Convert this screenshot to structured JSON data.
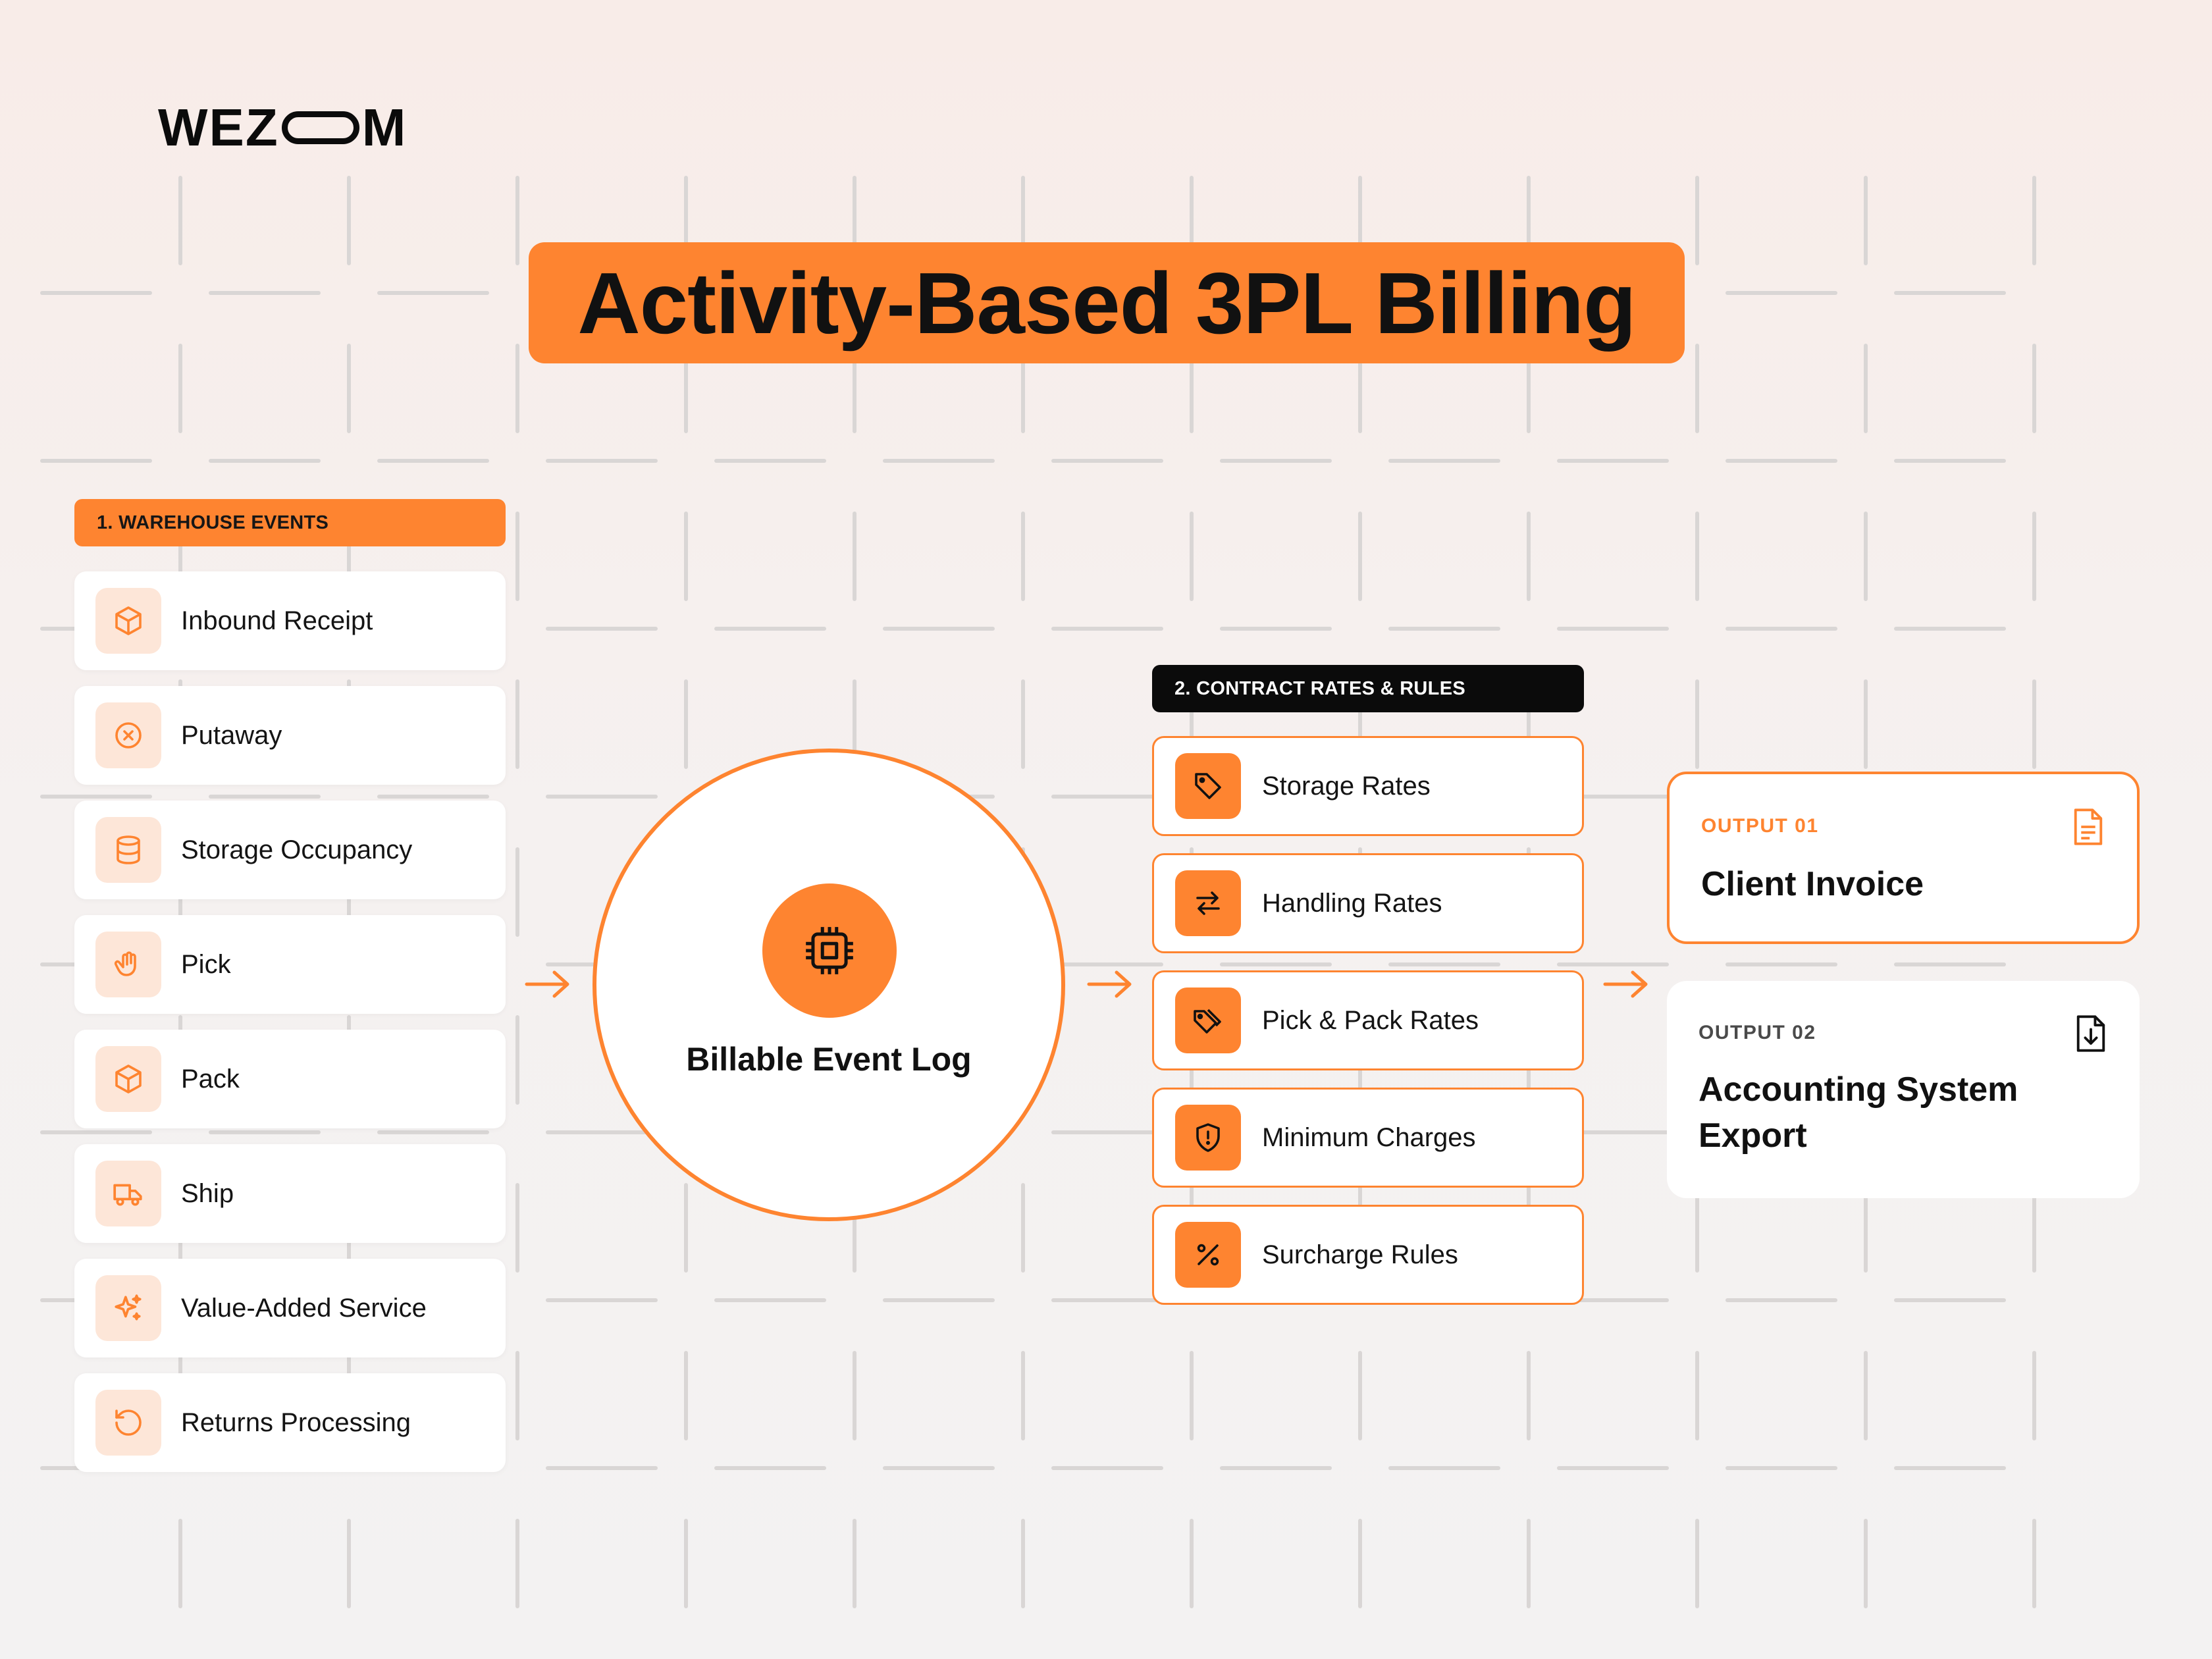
{
  "brand": {
    "logo_left": "WEZ",
    "logo_right": "M"
  },
  "title": "Activity-Based 3PL Billing",
  "warehouse_events": {
    "header": "1. WAREHOUSE EVENTS",
    "items": [
      {
        "label": "Inbound Receipt",
        "icon": "box-icon"
      },
      {
        "label": "Putaway",
        "icon": "circle-x-icon"
      },
      {
        "label": "Storage Occupancy",
        "icon": "database-icon"
      },
      {
        "label": "Pick",
        "icon": "hand-icon"
      },
      {
        "label": "Pack",
        "icon": "box-icon"
      },
      {
        "label": "Ship",
        "icon": "truck-icon"
      },
      {
        "label": "Value-Added Service",
        "icon": "sparkles-icon"
      },
      {
        "label": "Returns Processing",
        "icon": "rotate-icon"
      }
    ]
  },
  "event_log": {
    "label": "Billable Event Log",
    "icon": "cpu-chip-icon"
  },
  "contract_rates": {
    "header": "2. CONTRACT RATES & RULES",
    "items": [
      {
        "label": "Storage Rates",
        "icon": "tag-icon"
      },
      {
        "label": "Handling Rates",
        "icon": "arrows-swap-icon"
      },
      {
        "label": "Pick & Pack Rates",
        "icon": "tags-icon"
      },
      {
        "label": "Minimum Charges",
        "icon": "shield-alert-icon"
      },
      {
        "label": "Surcharge Rules",
        "icon": "percent-icon"
      }
    ]
  },
  "outputs": [
    {
      "tag": "OUTPUT 01",
      "title": "Client Invoice",
      "icon": "document-icon"
    },
    {
      "tag": "OUTPUT 02",
      "title": "Accounting System Export",
      "icon": "file-download-icon"
    }
  ],
  "colors": {
    "accent": "#fe8430",
    "accent_light": "#fde6d8",
    "dark": "#0b0b0b",
    "muted": "#4a4a4a"
  }
}
